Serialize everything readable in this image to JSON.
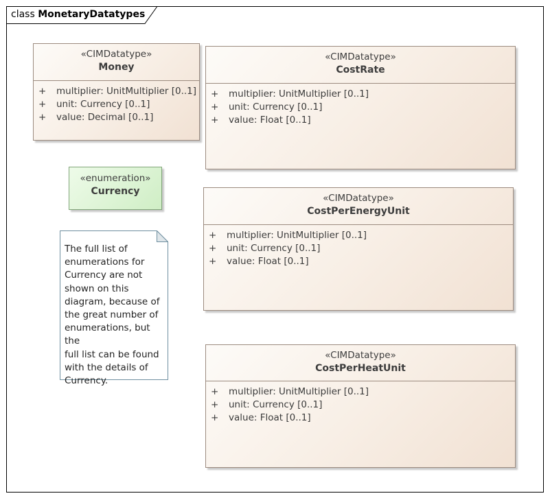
{
  "diagram": {
    "keyword": "class",
    "name": "MonetaryDatatypes"
  },
  "classes": [
    {
      "stereotype": "«CIMDatatype»",
      "name": "Money",
      "attributes": [
        {
          "vis": "+",
          "text": "multiplier: UnitMultiplier [0..1]"
        },
        {
          "vis": "+",
          "text": "unit: Currency [0..1]"
        },
        {
          "vis": "+",
          "text": "value: Decimal [0..1]"
        }
      ]
    },
    {
      "stereotype": "«CIMDatatype»",
      "name": "CostRate",
      "attributes": [
        {
          "vis": "+",
          "text": "multiplier: UnitMultiplier [0..1]"
        },
        {
          "vis": "+",
          "text": "unit: Currency [0..1]"
        },
        {
          "vis": "+",
          "text": "value: Float [0..1]"
        }
      ]
    },
    {
      "stereotype": "«CIMDatatype»",
      "name": "CostPerEnergyUnit",
      "attributes": [
        {
          "vis": "+",
          "text": "multiplier: UnitMultiplier [0..1]"
        },
        {
          "vis": "+",
          "text": "unit: Currency [0..1]"
        },
        {
          "vis": "+",
          "text": "value: Float [0..1]"
        }
      ]
    },
    {
      "stereotype": "«CIMDatatype»",
      "name": "CostPerHeatUnit",
      "attributes": [
        {
          "vis": "+",
          "text": "multiplier: UnitMultiplier [0..1]"
        },
        {
          "vis": "+",
          "text": "unit: Currency [0..1]"
        },
        {
          "vis": "+",
          "text": "value: Float [0..1]"
        }
      ]
    }
  ],
  "enumeration": {
    "stereotype": "«enumeration»",
    "name": "Currency"
  },
  "note": {
    "lines": [
      "The full list of",
      "enumerations for",
      "Currency are not",
      "shown on this",
      "diagram, because of",
      "the great number of",
      "enumerations, but the",
      "full list can be found",
      "with the details of",
      "Currency."
    ]
  },
  "colors": {
    "class_border": "#9b8a7e",
    "class_fill": "#f8efe6",
    "enum_border": "#7fa477",
    "enum_fill": "#d8f2cf",
    "note_border": "#6f8fa0"
  }
}
